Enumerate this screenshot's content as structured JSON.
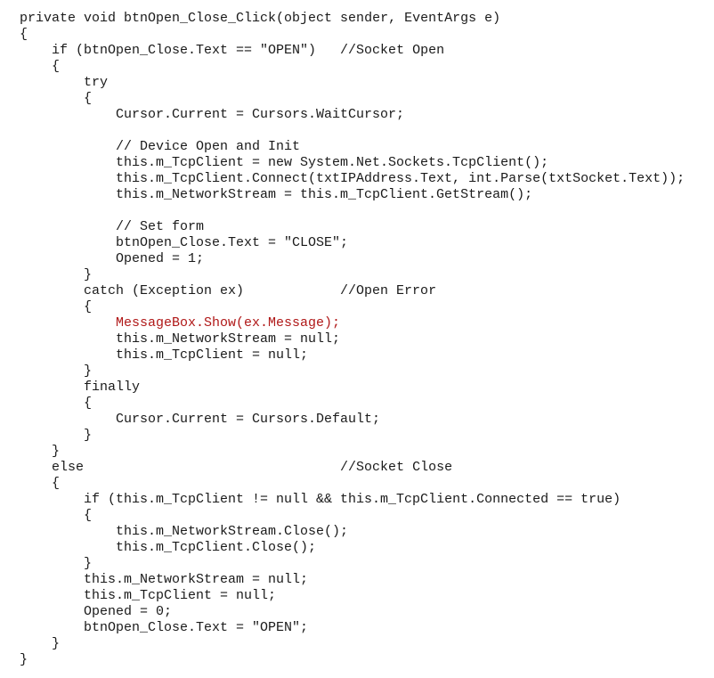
{
  "code": {
    "lines": [
      {
        "text": "private void btnOpen_Close_Click(object sender, EventArgs e)",
        "indent": 0
      },
      {
        "text": "{",
        "indent": 0
      },
      {
        "text": "if (btnOpen_Close.Text == \"OPEN\")   //Socket Open",
        "indent": 1
      },
      {
        "text": "{",
        "indent": 1
      },
      {
        "text": "try",
        "indent": 2
      },
      {
        "text": "{",
        "indent": 2
      },
      {
        "text": "Cursor.Current = Cursors.WaitCursor;",
        "indent": 3
      },
      {
        "text": "",
        "indent": 0
      },
      {
        "text": "// Device Open and Init",
        "indent": 3
      },
      {
        "text": "this.m_TcpClient = new System.Net.Sockets.TcpClient();",
        "indent": 3
      },
      {
        "text": "this.m_TcpClient.Connect(txtIPAddress.Text, int.Parse(txtSocket.Text));",
        "indent": 3
      },
      {
        "text": "this.m_NetworkStream = this.m_TcpClient.GetStream();",
        "indent": 3
      },
      {
        "text": "",
        "indent": 0
      },
      {
        "text": "// Set form",
        "indent": 3
      },
      {
        "text": "btnOpen_Close.Text = \"CLOSE\";",
        "indent": 3
      },
      {
        "text": "Opened = 1;",
        "indent": 3
      },
      {
        "text": "}",
        "indent": 2
      },
      {
        "text": "catch (Exception ex)            //Open Error",
        "indent": 2
      },
      {
        "text": "{",
        "indent": 2
      },
      {
        "text": "MessageBox.Show(ex.Message);",
        "indent": 3,
        "style": "error"
      },
      {
        "text": "this.m_NetworkStream = null;",
        "indent": 3
      },
      {
        "text": "this.m_TcpClient = null;",
        "indent": 3
      },
      {
        "text": "}",
        "indent": 2
      },
      {
        "text": "finally",
        "indent": 2
      },
      {
        "text": "{",
        "indent": 2
      },
      {
        "text": "Cursor.Current = Cursors.Default;",
        "indent": 3
      },
      {
        "text": "}",
        "indent": 2
      },
      {
        "text": "}",
        "indent": 1
      },
      {
        "text": "else                                //Socket Close",
        "indent": 1
      },
      {
        "text": "{",
        "indent": 1
      },
      {
        "text": "if (this.m_TcpClient != null && this.m_TcpClient.Connected == true)",
        "indent": 2
      },
      {
        "text": "{",
        "indent": 2
      },
      {
        "text": "this.m_NetworkStream.Close();",
        "indent": 3
      },
      {
        "text": "this.m_TcpClient.Close();",
        "indent": 3
      },
      {
        "text": "}",
        "indent": 2
      },
      {
        "text": "this.m_NetworkStream = null;",
        "indent": 2
      },
      {
        "text": "this.m_TcpClient = null;",
        "indent": 2
      },
      {
        "text": "Opened = 0;",
        "indent": 2
      },
      {
        "text": "btnOpen_Close.Text = \"OPEN\";",
        "indent": 2
      },
      {
        "text": "}",
        "indent": 1
      },
      {
        "text": "}",
        "indent": 0
      }
    ]
  },
  "colors": {
    "text": "#1a1a1a",
    "error": "#b01818",
    "background": "#ffffff"
  }
}
